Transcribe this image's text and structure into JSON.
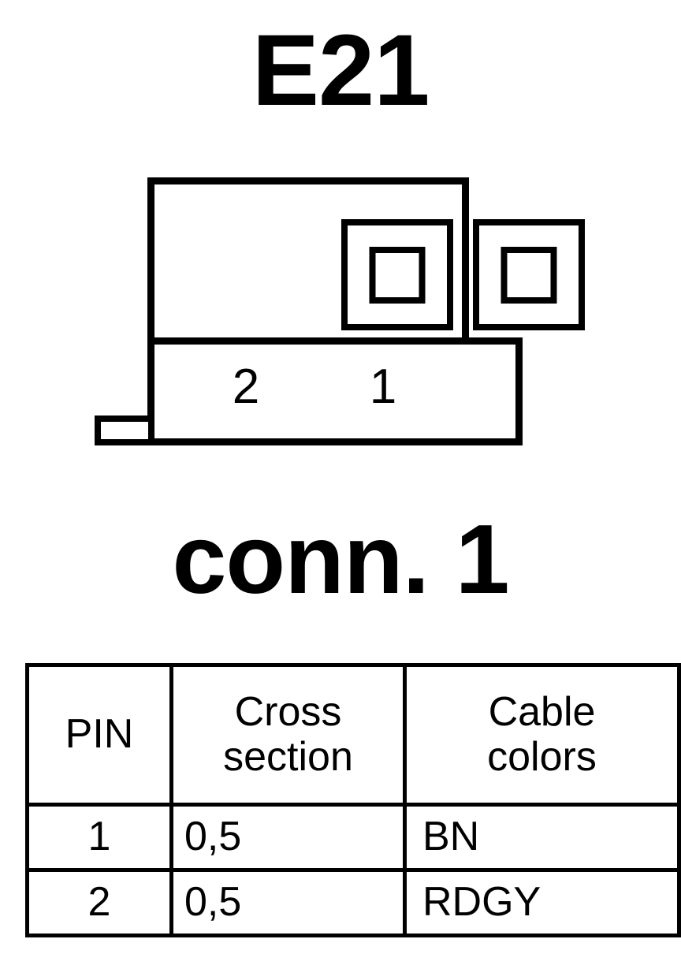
{
  "title": "E21",
  "caption": "conn. 1",
  "connector": {
    "pin_labels": [
      "2",
      "1"
    ],
    "socket_count": 2,
    "line_color": "#000000",
    "background_color": "#ffffff"
  },
  "table": {
    "headers": [
      {
        "line1": "PIN",
        "line2": ""
      },
      {
        "line1": "Cross",
        "line2": "section"
      },
      {
        "line1": "Cable",
        "line2": "colors"
      }
    ],
    "rows": [
      {
        "pin": "1",
        "cross_section": "0,5",
        "cable_colors": "BN"
      },
      {
        "pin": "2",
        "cross_section": "0,5",
        "cable_colors": "RDGY"
      }
    ]
  }
}
